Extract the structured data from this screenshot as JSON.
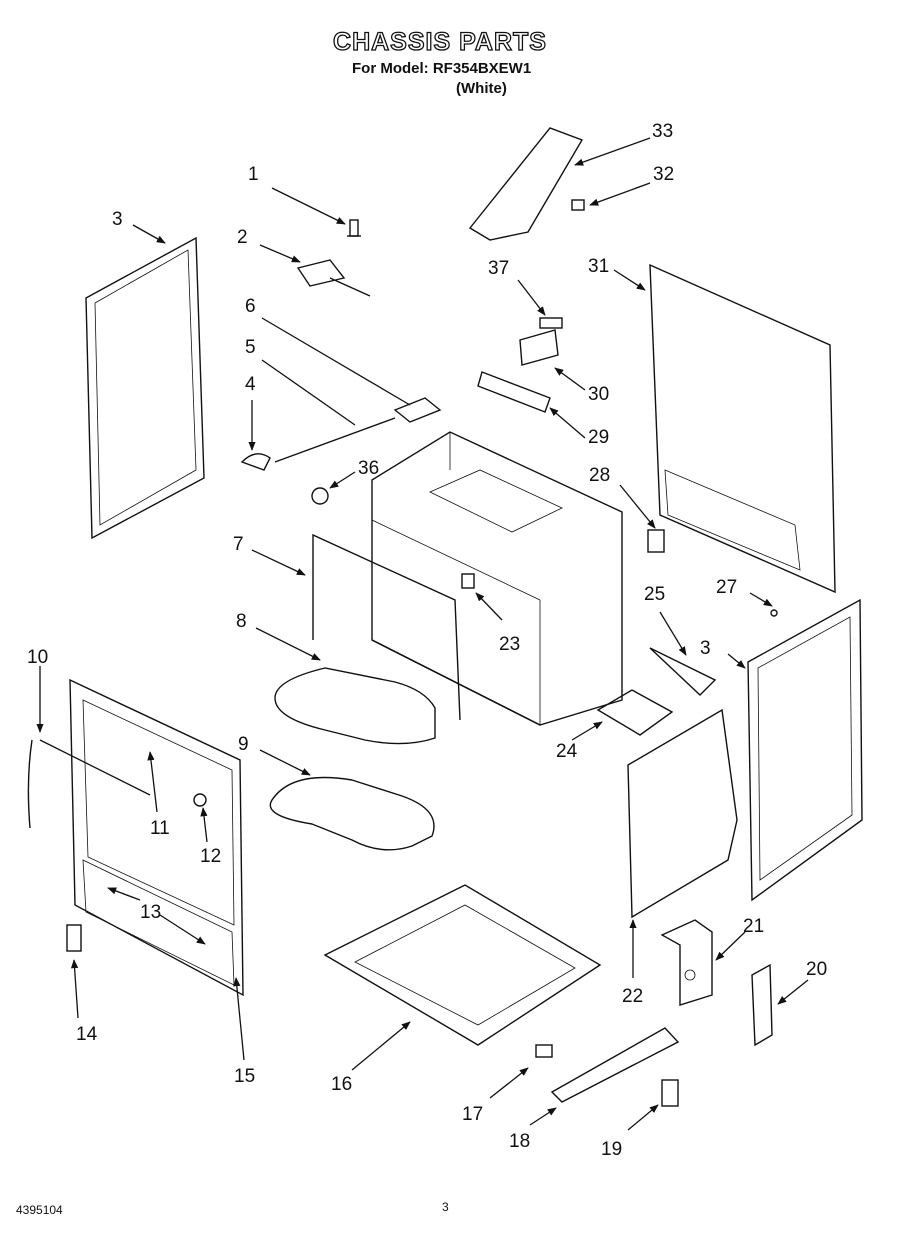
{
  "header": {
    "title": "CHASSIS PARTS",
    "model_line": "For Model: RF354BXEW1",
    "color_line": "(White)"
  },
  "footer": {
    "doc_number": "4395104",
    "page_number": "3"
  },
  "callouts": [
    "1",
    "2",
    "3",
    "3",
    "4",
    "5",
    "6",
    "7",
    "8",
    "9",
    "10",
    "11",
    "12",
    "13",
    "14",
    "15",
    "16",
    "17",
    "18",
    "19",
    "20",
    "21",
    "22",
    "23",
    "24",
    "25",
    "27",
    "28",
    "29",
    "30",
    "31",
    "32",
    "33",
    "36",
    "37"
  ]
}
